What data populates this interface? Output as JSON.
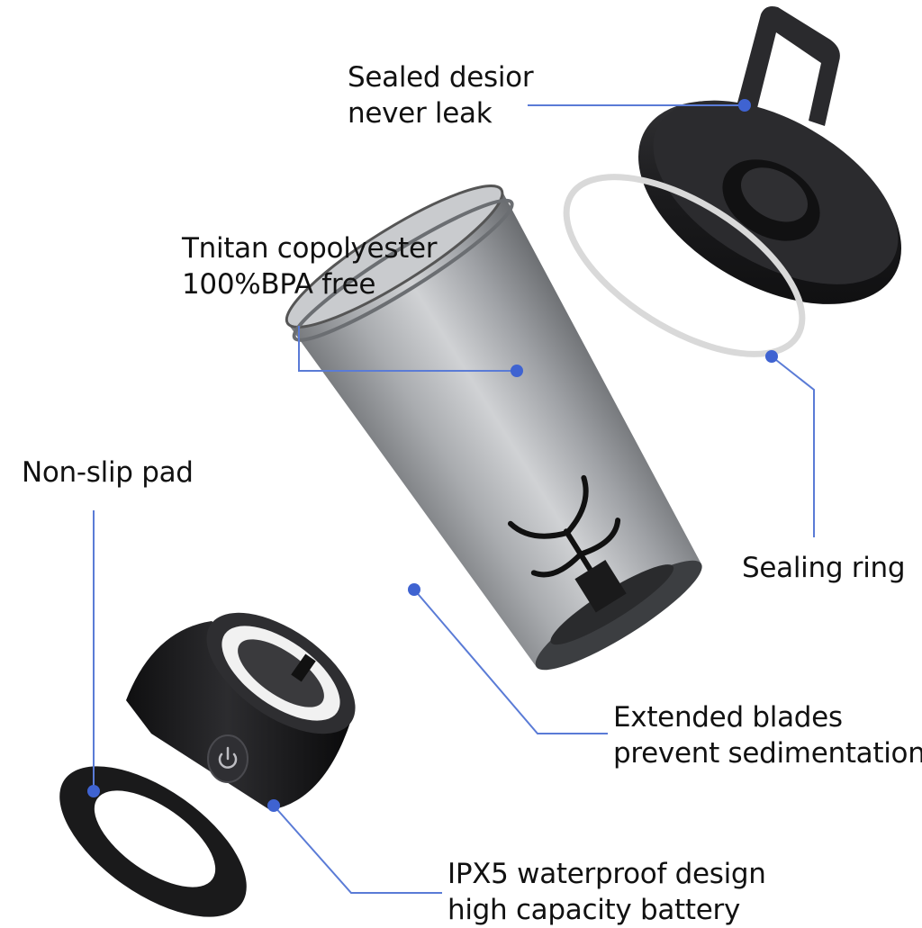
{
  "callouts": {
    "sealed": {
      "line1": "Sealed desior",
      "line2": "never  leak"
    },
    "tritan": {
      "line1": "Tnitan copolyester",
      "line2": "100%BPA free"
    },
    "nonslip": {
      "line1": "Non-slip pad"
    },
    "ring": {
      "line1": "Sealing ring"
    },
    "blades": {
      "line1": "Extended blades",
      "line2": "prevent sedimentation"
    },
    "ipx": {
      "line1": "IPX5 waterproof design",
      "line2": "high capacity battery"
    }
  },
  "colors": {
    "leader_line": "#5a7bd6",
    "leader_dot": "#3f63d1",
    "plastic_black": "#1c1c1e",
    "cup_gray": "#7d8084"
  },
  "icons": [
    "power-icon"
  ]
}
